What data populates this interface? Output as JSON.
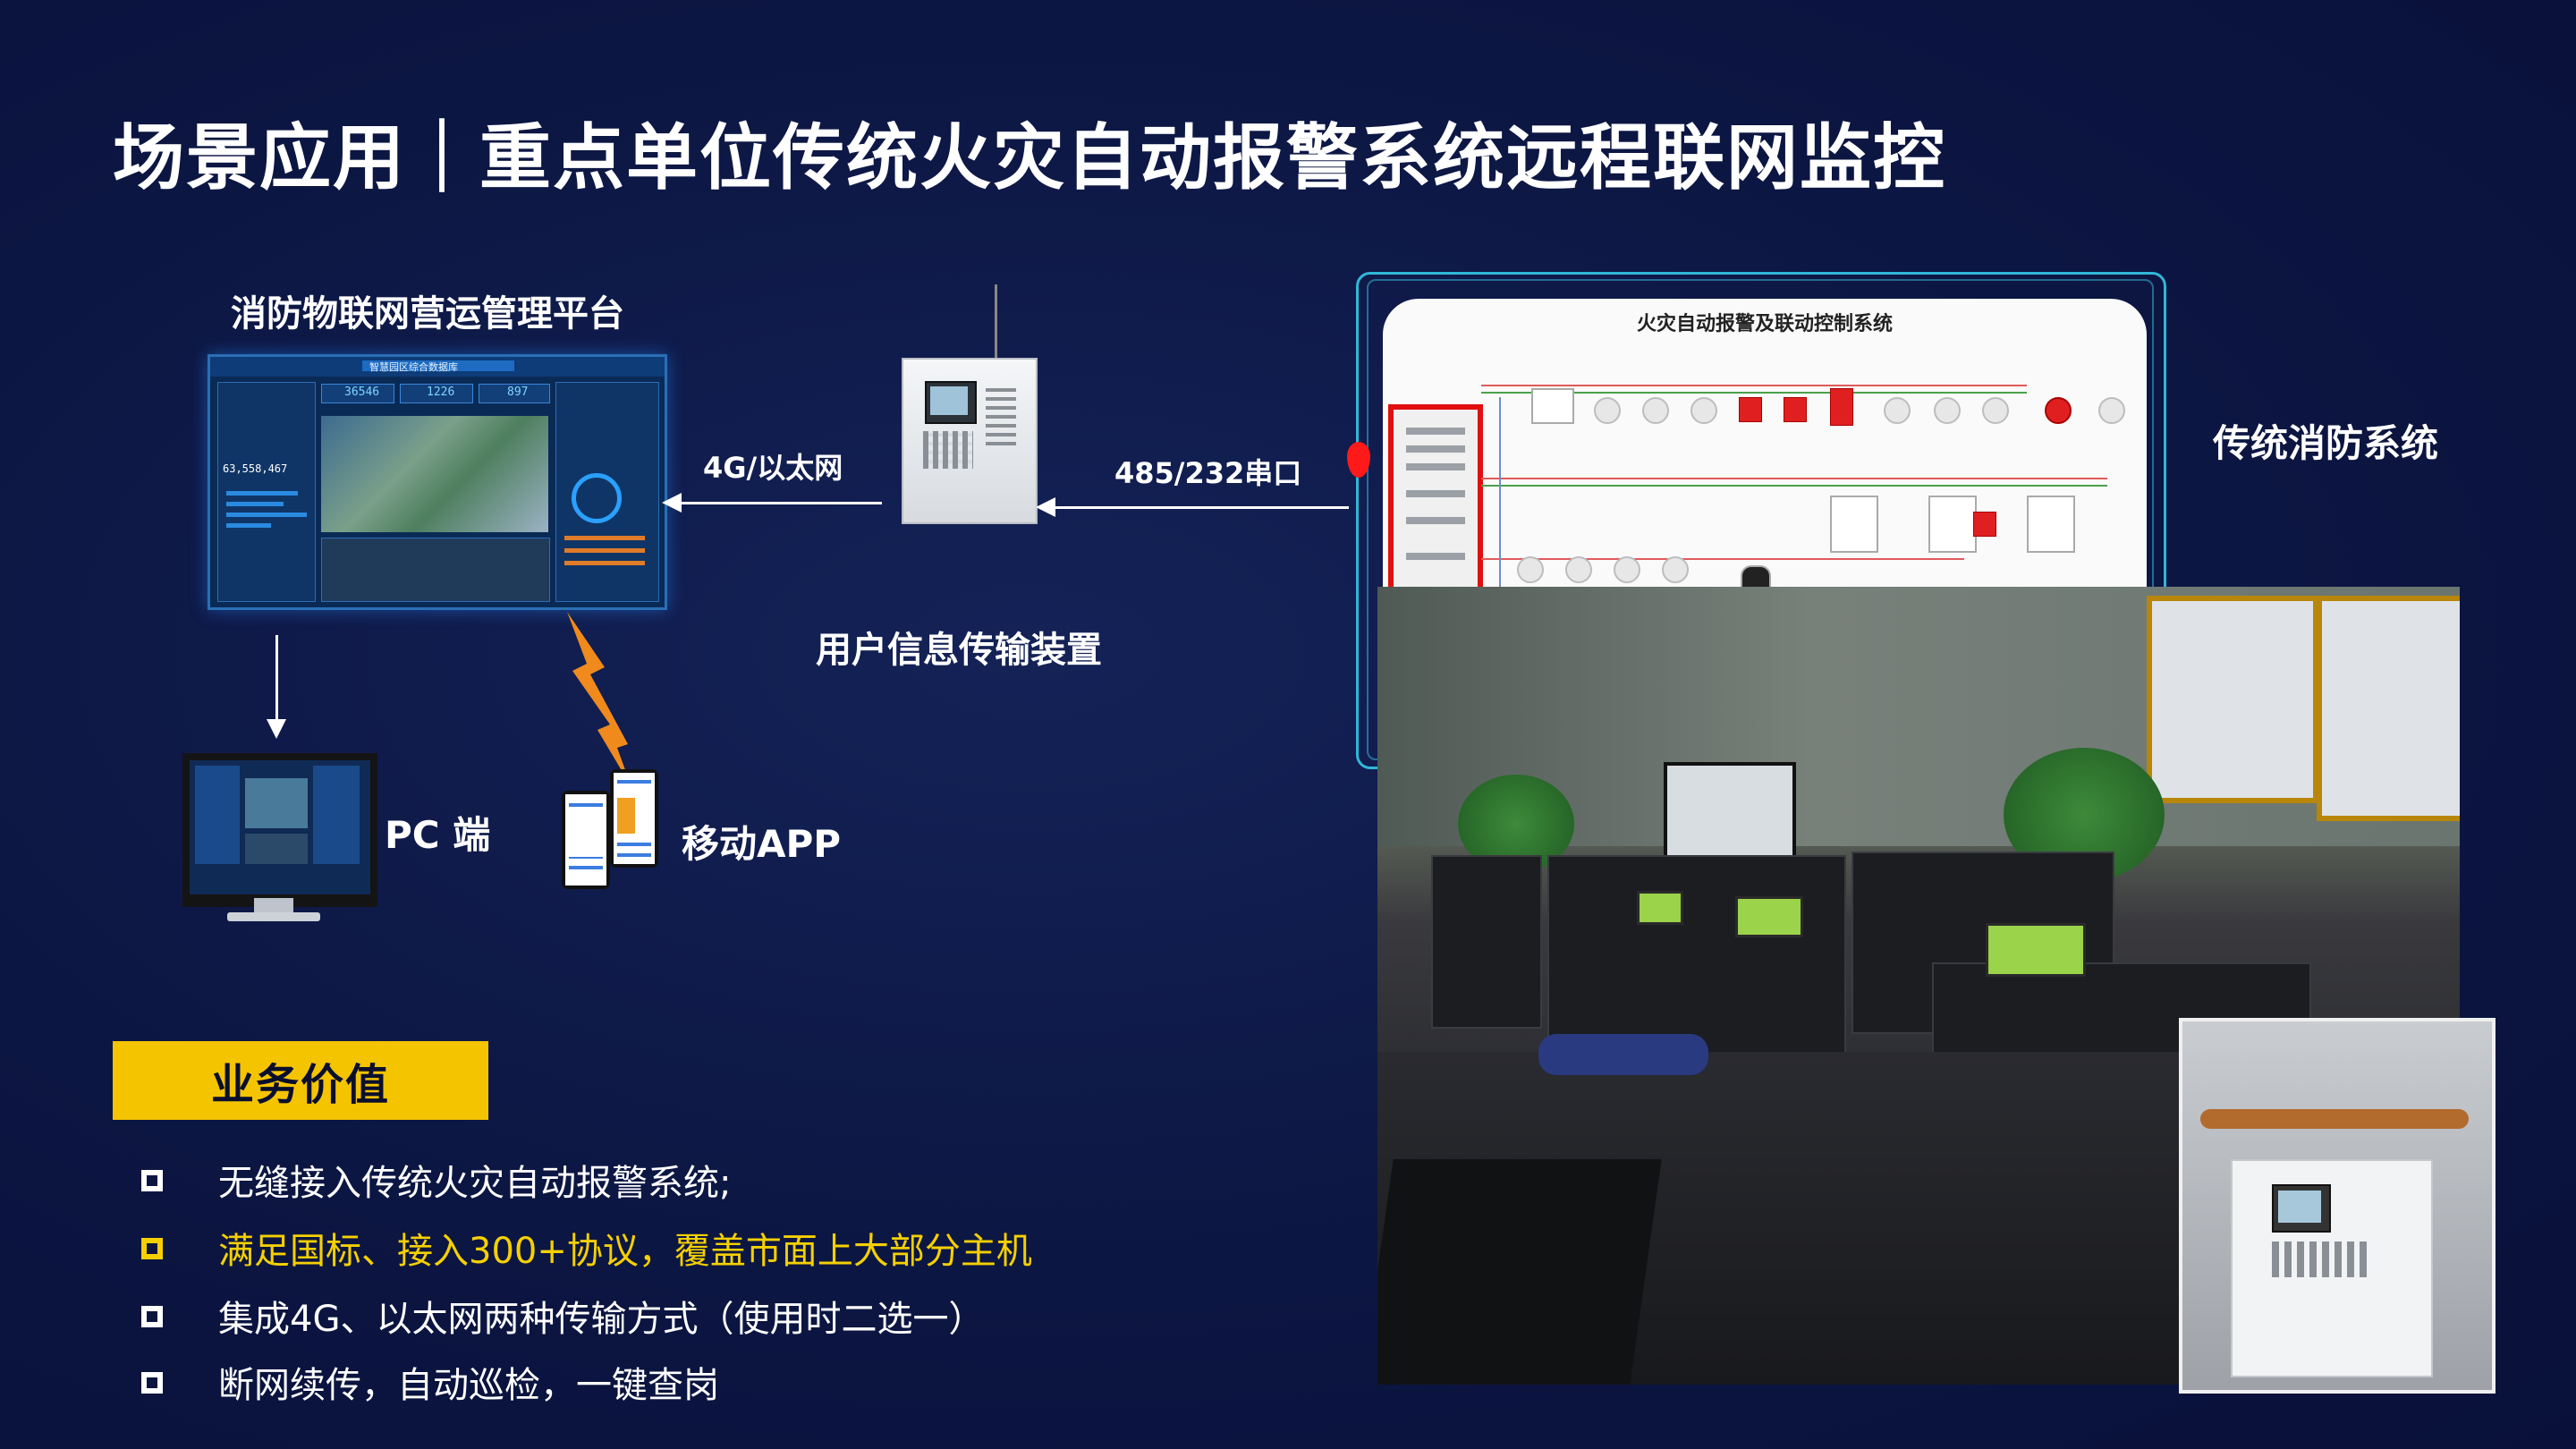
{
  "title": "场景应用｜重点单位传统火灾自动报警系统远程联网监控",
  "platform": {
    "label": "消防物联网营运管理平台",
    "dashboard_header": "智慧园区综合数据库",
    "stats": [
      "36546",
      "1226",
      "897"
    ],
    "big_stat": "63,558,467"
  },
  "links": {
    "network_label": "4G/以太网",
    "serial_label": "485/232串口"
  },
  "device": {
    "label": "用户信息传输装置"
  },
  "clients": {
    "pc_label": "PC 端",
    "app_label": "移动APP"
  },
  "traditional": {
    "label": "传统消防系统",
    "diagram_title": "火灾自动报警及联动控制系统"
  },
  "business_value": {
    "tag": "业务价值",
    "items": [
      {
        "text": "无缝接入传统火灾自动报警系统;",
        "highlight": false
      },
      {
        "text": "满足国标、接入300+协议，覆盖市面上大部分主机",
        "highlight": true
      },
      {
        "text": "集成4G、以太网两种传输方式（使用时二选一）",
        "highlight": false
      },
      {
        "text": "断网续传，自动巡检，一键查岗",
        "highlight": false
      }
    ]
  },
  "colors": {
    "background": "#0c1642",
    "accent_yellow": "#f5c400",
    "highlight_text": "#f5d000",
    "frame_cyan": "#31b7d8",
    "alert_red": "#e01010",
    "lightning_orange": "#f08a1c"
  }
}
